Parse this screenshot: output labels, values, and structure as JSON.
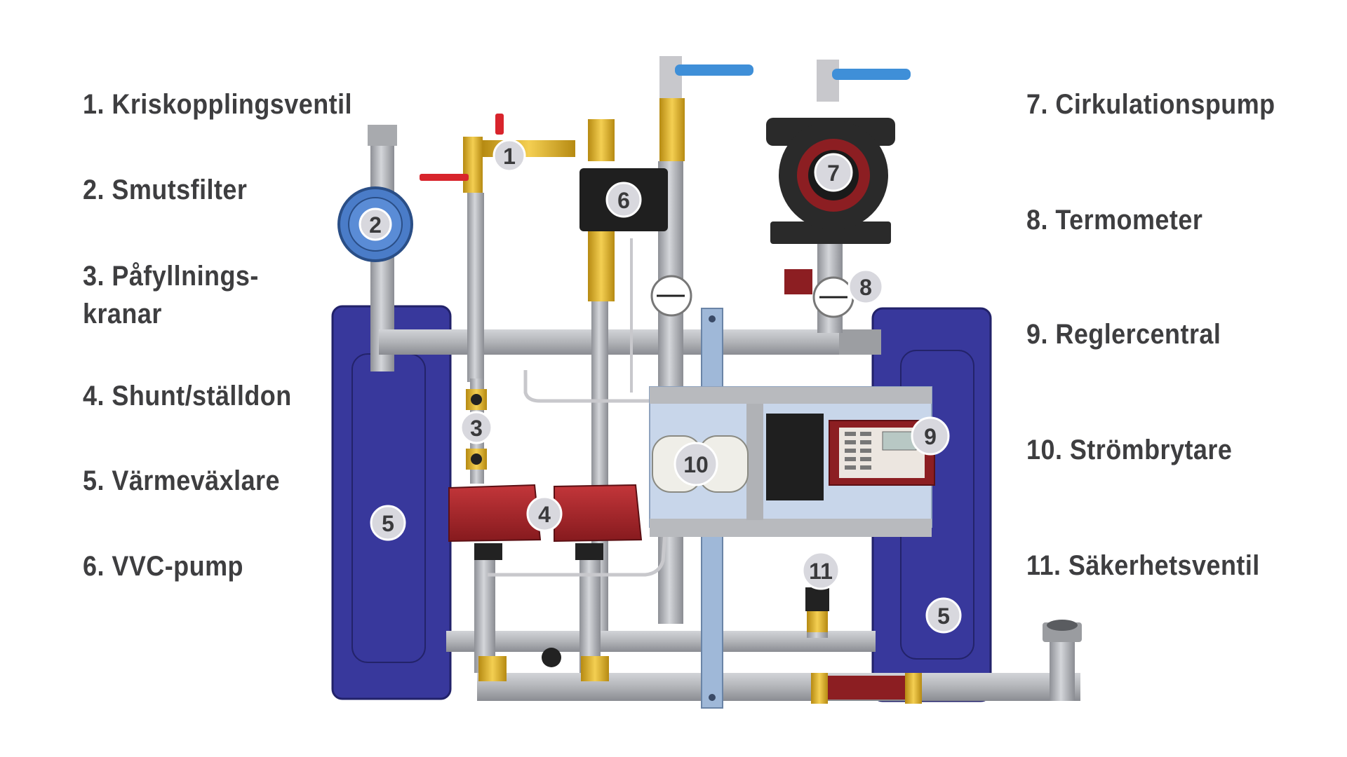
{
  "legend": [
    {
      "id": "1",
      "lines": [
        "1. Kriskopplingsventil"
      ]
    },
    {
      "id": "2",
      "lines": [
        "2. Smutsfilter"
      ]
    },
    {
      "id": "3",
      "lines": [
        "3. Påfyllnings-",
        "kranar"
      ]
    },
    {
      "id": "4",
      "lines": [
        "4. Shunt/ställdon"
      ]
    },
    {
      "id": "5",
      "lines": [
        "5. Värmeväxlare"
      ]
    },
    {
      "id": "6",
      "lines": [
        "6. VVC-pump"
      ]
    },
    {
      "id": "7",
      "lines": [
        "7. Cirkulationspump"
      ]
    },
    {
      "id": "8",
      "lines": [
        "8. Termometer"
      ]
    },
    {
      "id": "9",
      "lines": [
        "9. Reglercentral"
      ]
    },
    {
      "id": "10",
      "lines": [
        "10. Strömbrytare"
      ]
    },
    {
      "id": "11",
      "lines": [
        "11. Säkerhetsventil"
      ]
    }
  ],
  "callouts": {
    "c1": "1",
    "c2": "2",
    "c3": "3",
    "c4": "4",
    "c5a": "5",
    "c5b": "5",
    "c6": "6",
    "c7": "7",
    "c8": "8",
    "c9": "9",
    "c10": "10",
    "c11": "11"
  },
  "colors": {
    "exchanger_blue": "#3a3aa0",
    "pipe_gray": "#b4b6ba",
    "brass": "#e2b530",
    "valve_handle_blue": "#3f8fd8",
    "valve_handle_red": "#d8242c",
    "actuator_red": "#9c1f24",
    "pump_black": "#262626",
    "panel_bg": "#c8d6ea",
    "callout_circle": "#d8d8de"
  }
}
